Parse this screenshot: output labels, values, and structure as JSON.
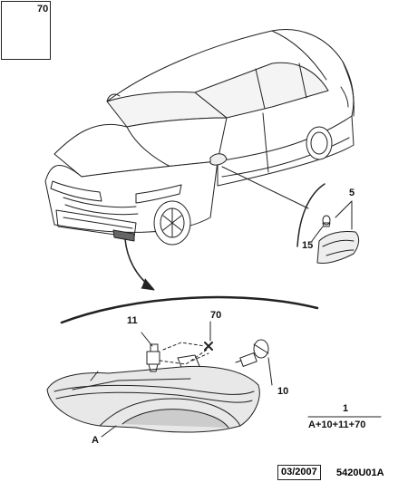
{
  "callouts": {
    "screw_inset": "70",
    "side_repeater_lamp": "5",
    "repeater_bulb": "15",
    "foglamp_bulb_holder": "11",
    "foglamp_screw": "70",
    "foglamp_bulb": "10",
    "foglamp_unit": "A"
  },
  "assembly": {
    "number": "1",
    "formula": "A+10+11+70"
  },
  "footer": {
    "date_code": "03/2007",
    "diagram_code": "5420U01A"
  }
}
